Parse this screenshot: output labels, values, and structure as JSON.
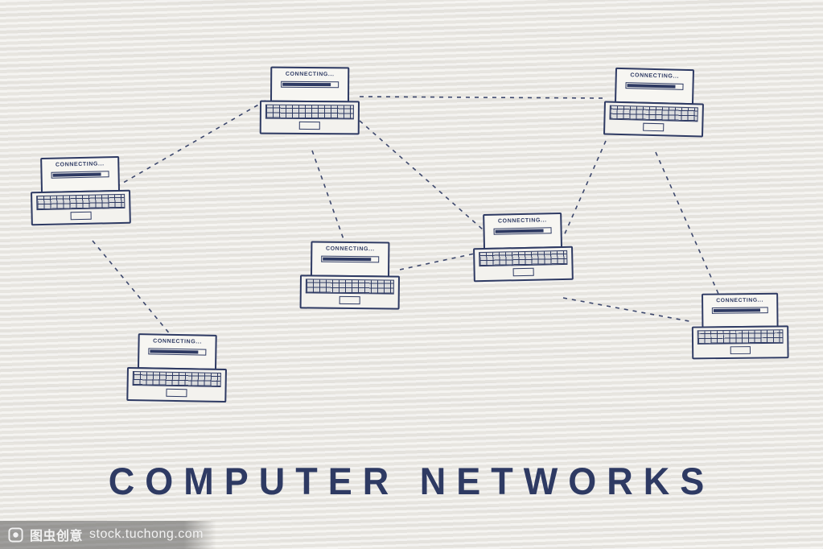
{
  "illustration": {
    "title": "COMPUTER NETWORKS",
    "ink_color": "#2e3a63",
    "background_color": "#edebe6",
    "laptops": [
      {
        "id": "laptop-top-center",
        "label": "CONNECTING..."
      },
      {
        "id": "laptop-top-right",
        "label": "CONNECTING..."
      },
      {
        "id": "laptop-left",
        "label": "CONNECTING..."
      },
      {
        "id": "laptop-center",
        "label": "CONNECTING..."
      },
      {
        "id": "laptop-center-right",
        "label": "CONNECTING..."
      },
      {
        "id": "laptop-bottom-left",
        "label": "CONNECTING..."
      },
      {
        "id": "laptop-right",
        "label": "CONNECTING..."
      }
    ],
    "edges": [
      [
        "laptop-top-center",
        "laptop-top-right"
      ],
      [
        "laptop-top-center",
        "laptop-left"
      ],
      [
        "laptop-top-center",
        "laptop-center"
      ],
      [
        "laptop-top-center",
        "laptop-center-right"
      ],
      [
        "laptop-left",
        "laptop-bottom-left"
      ],
      [
        "laptop-center",
        "laptop-center-right"
      ],
      [
        "laptop-top-right",
        "laptop-center-right"
      ],
      [
        "laptop-top-right",
        "laptop-right"
      ],
      [
        "laptop-center-right",
        "laptop-right"
      ]
    ]
  },
  "watermark": {
    "brand": "图虫创意",
    "site": "stock.tuchong.com"
  }
}
